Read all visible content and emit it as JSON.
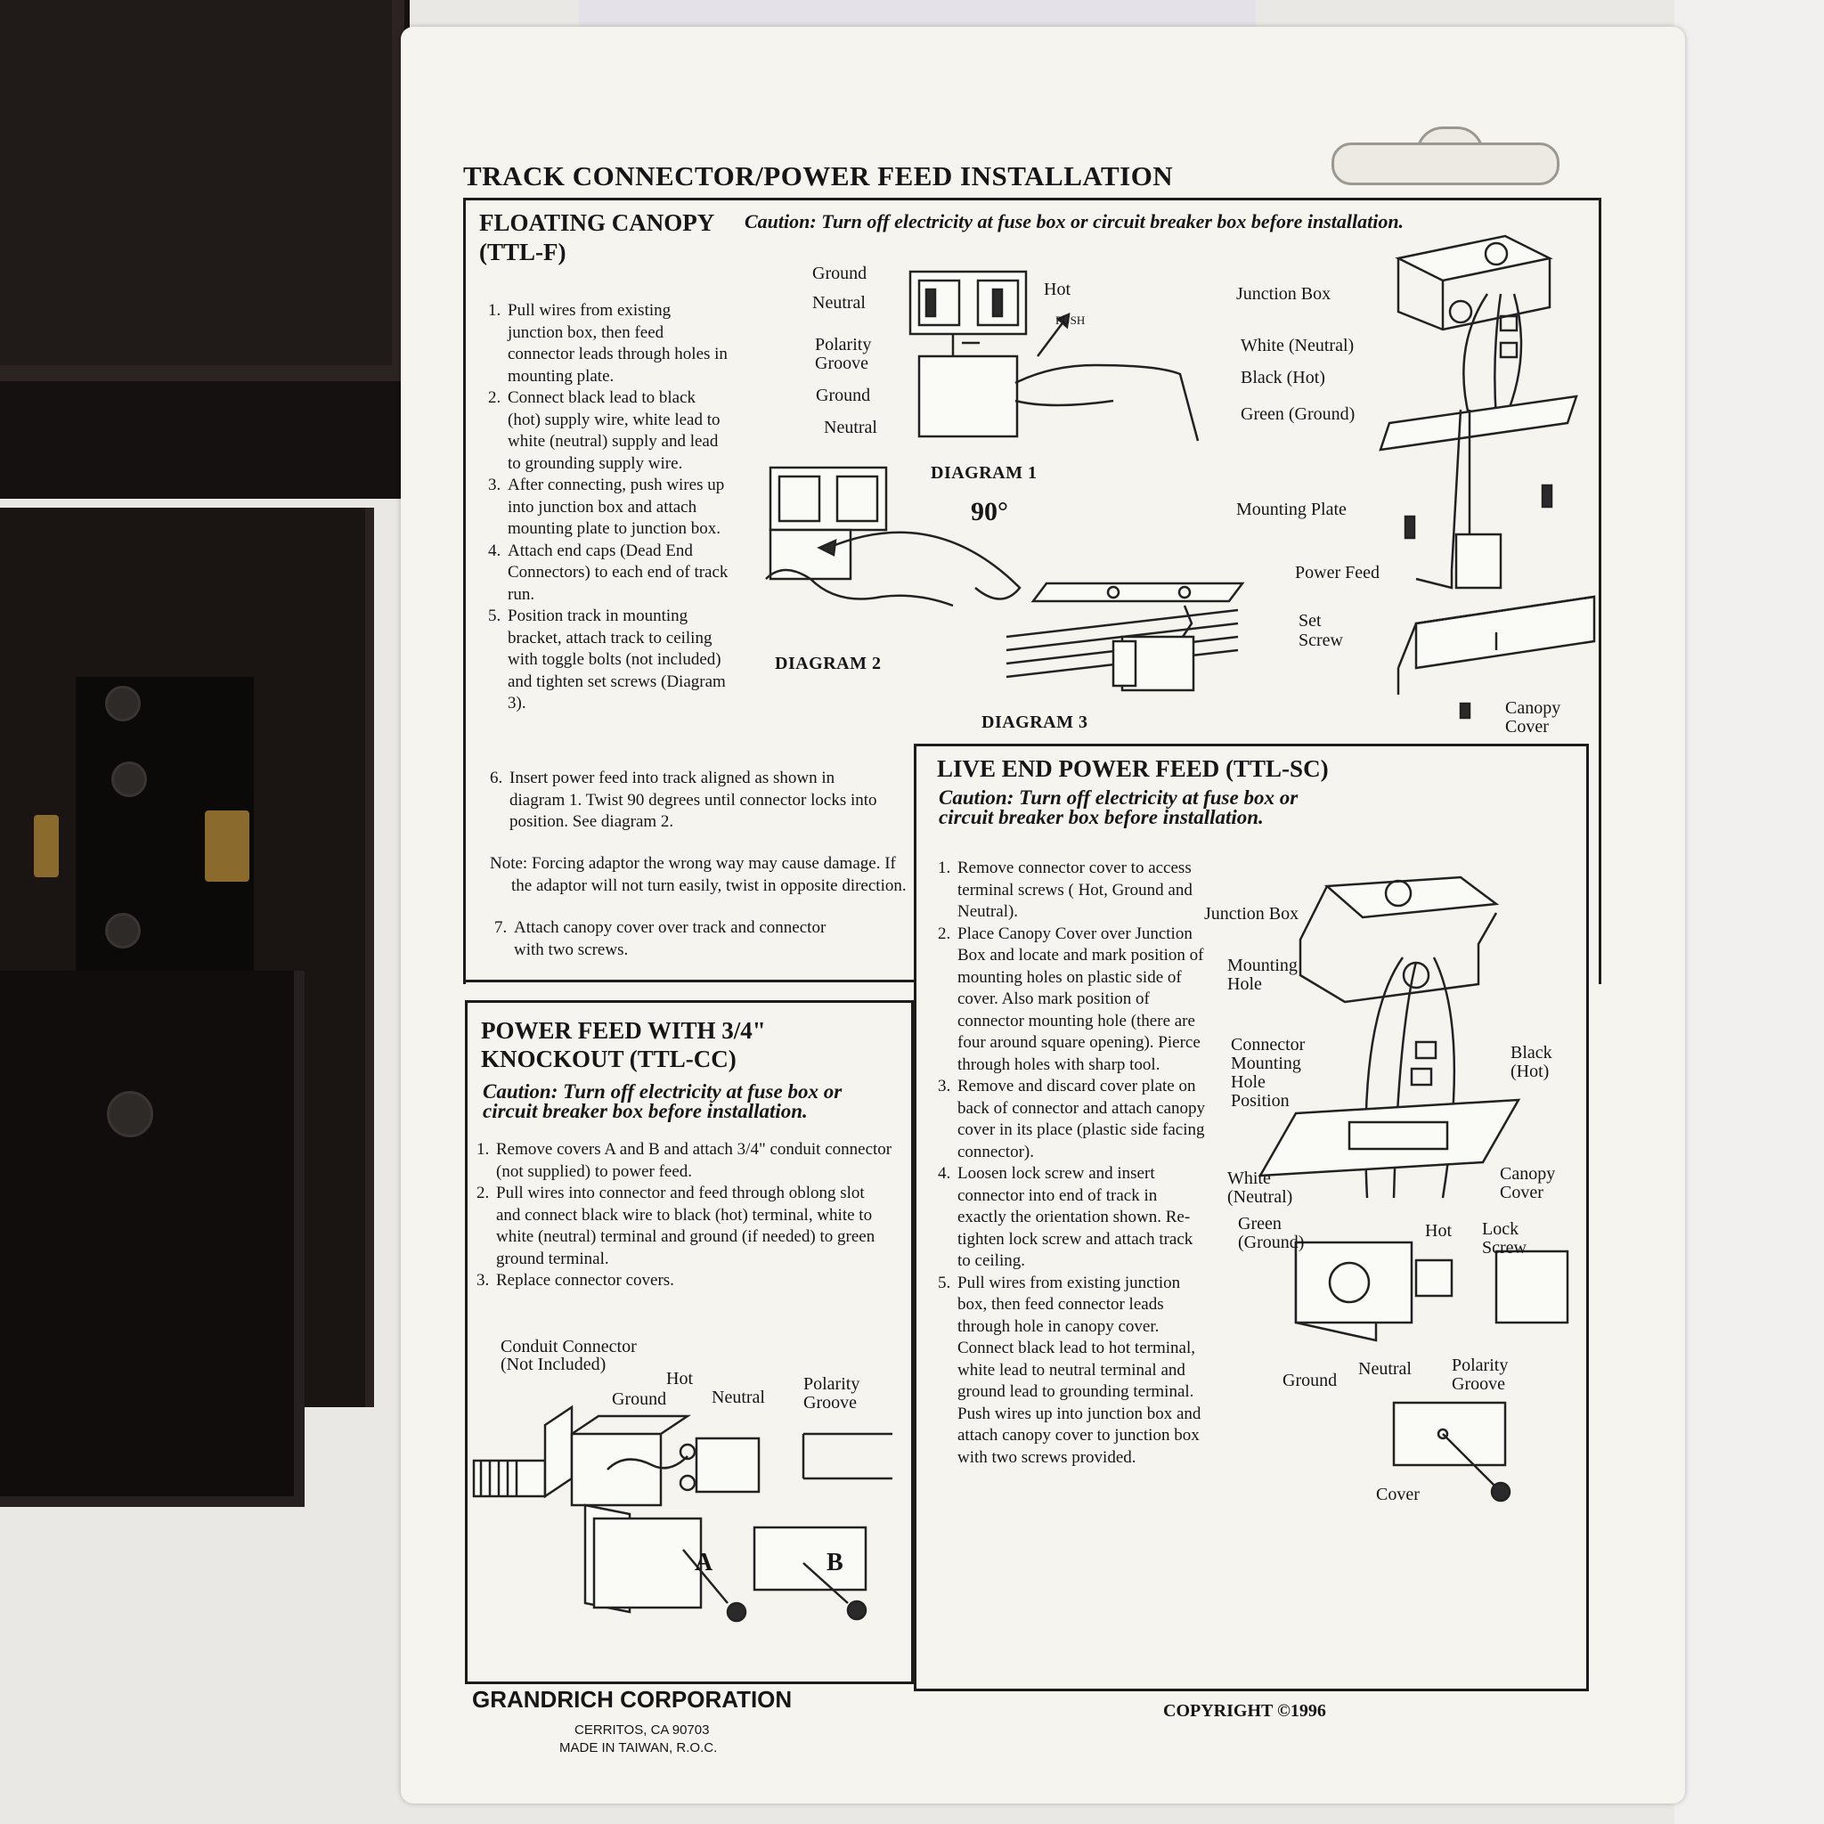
{
  "title": "TRACK CONNECTOR/POWER FEED INSTALLATION",
  "floating": {
    "heading": "FLOATING CANOPY",
    "model": "(TTL-F)",
    "caution": "Caution: Turn off electricity at fuse box or circuit breaker box before installation.",
    "steps": [
      "Pull wires from existing junction box, then feed connector leads through holes in mounting plate.",
      "Connect black lead to black (hot) supply wire, white lead to white (neutral) supply and lead to grounding supply wire.",
      "After connecting, push wires up into junction box and attach mounting plate to junction box.",
      "Attach end caps (Dead End Connectors) to each end of track run.",
      "Position track in mounting bracket, attach track to ceiling with toggle bolts (not included) and tighten set screws (Diagram 3).",
      "Insert power feed into track aligned as shown in diagram 1. Twist 90 degrees until connector locks into position. See diagram 2."
    ],
    "note": "Note: Forcing adaptor the wrong way may cause damage. If the adaptor will not turn easily, twist in opposite direction.",
    "step7": "Attach canopy cover over track and connector with two screws."
  },
  "diagram1": {
    "title": "DIAGRAM 1",
    "labels": {
      "ground_top": "Ground",
      "neutral_top": "Neutral",
      "hot": "Hot",
      "push": "PUSH",
      "polarity": "Polarity",
      "groove": "Groove",
      "ground_bottom": "Ground",
      "neutral_bottom": "Neutral"
    }
  },
  "diagram2": {
    "title": "DIAGRAM 2",
    "angle": "90°"
  },
  "diagram3": {
    "title": "DIAGRAM 3",
    "set": "Set",
    "screw": "Screw"
  },
  "exploded": {
    "junction_box": "Junction Box",
    "white": "White (Neutral)",
    "black": "Black (Hot)",
    "green": "Green (Ground)",
    "mounting_plate": "Mounting Plate",
    "power_feed": "Power Feed",
    "canopy": "Canopy",
    "cover": "Cover"
  },
  "knockout": {
    "heading1": "POWER FEED WITH 3/4\"",
    "heading2": "KNOCKOUT (TTL-CC)",
    "caution": "Caution: Turn off electricity at fuse box or circuit breaker box before installation.",
    "steps": [
      "Remove covers A and B and attach 3/4\" conduit connector (not supplied) to power feed.",
      "Pull wires into connector and feed through oblong slot and connect black wire to black (hot) terminal, white to white (neutral) terminal and ground (if needed) to green ground terminal.",
      "Replace connector covers."
    ],
    "labels": {
      "conduit": "Conduit Connector",
      "not_included": "(Not Included)",
      "hot": "Hot",
      "ground": "Ground",
      "neutral": "Neutral",
      "polarity": "Polarity",
      "groove": "Groove",
      "a": "A",
      "b": "B"
    }
  },
  "live_end": {
    "heading": "LIVE END POWER FEED (TTL-SC)",
    "caution": "Caution: Turn off electricity at fuse box or circuit breaker box before installation.",
    "steps": [
      "Remove connector cover to access terminal screws ( Hot, Ground and Neutral).",
      "Place Canopy Cover over Junction Box and locate and mark position of mounting holes on plastic side of cover. Also mark position of connector mounting hole (there are four around square opening). Pierce through holes with sharp tool.",
      "Remove and discard cover plate on back of connector and attach canopy cover in its place (plastic side facing connector).",
      "Loosen lock screw and insert connector into end of track in exactly the orientation shown. Re-tighten lock screw and attach track to ceiling.",
      "Pull wires from existing junction box, then feed connector leads through hole in canopy cover. Connect black lead to hot terminal, white lead to neutral terminal and ground lead to grounding terminal. Push wires up into junction box and attach canopy cover to junction box with two screws provided."
    ],
    "labels": {
      "junction_box": "Junction Box",
      "mounting": "Mounting",
      "hole": "Hole",
      "connector": "Connector",
      "mounting2": "Mounting",
      "hole2": "Hole",
      "position": "Position",
      "black": "Black",
      "hot_paren": "(Hot)",
      "white": "White",
      "neutral_paren": "(Neutral)",
      "canopy": "Canopy",
      "cover": "Cover",
      "green": "Green",
      "ground_paren": "(Ground)",
      "hot": "Hot",
      "lock": "Lock",
      "screw": "Screw",
      "ground": "Ground",
      "neutral": "Neutral",
      "polarity": "Polarity",
      "groove": "Groove",
      "cover_bottom": "Cover"
    }
  },
  "footer": {
    "company": "GRANDRICH CORPORATION",
    "city": "CERRITOS, CA 90703",
    "made": "MADE IN TAIWAN, R.O.C.",
    "copyright": "COPYRIGHT ©1996"
  }
}
